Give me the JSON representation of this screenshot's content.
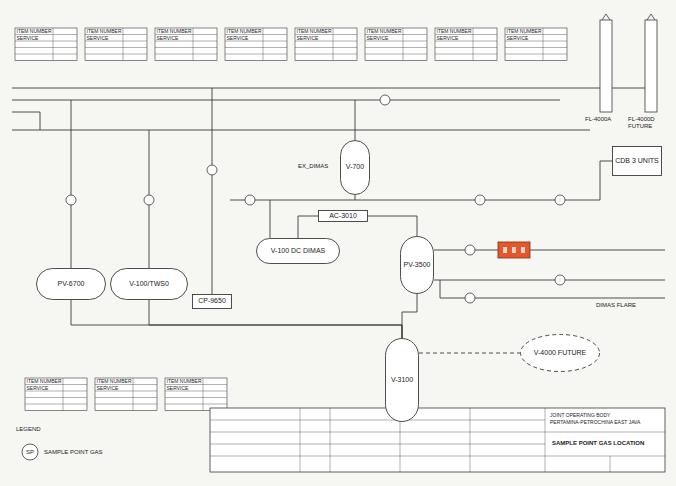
{
  "diagram": {
    "nodes": [
      {
        "text": [
          "V-700"
        ]
      },
      {
        "text": [
          "CDB 3 UNITS"
        ]
      },
      {
        "text": [
          "AC-3010"
        ]
      },
      {
        "text": [
          "V-100 DC DIMAS"
        ]
      },
      {
        "text": [
          "PV-3500"
        ]
      },
      {
        "text": [
          "PV-6700"
        ]
      },
      {
        "text": [
          "V-100/TWS0"
        ]
      },
      {
        "text": [
          "CP-9650"
        ]
      },
      {
        "text": [
          "V-3100"
        ]
      },
      {
        "text": [
          "V-4000 FUTURE"
        ]
      }
    ],
    "edges": [
      {
        "from": 5,
        "to": 8,
        "arrow": "none"
      },
      {
        "from": 6,
        "to": 8,
        "arrow": "none"
      },
      {
        "from": 3,
        "to": 2,
        "arrow": "none"
      },
      {
        "from": 2,
        "to": 4,
        "arrow": "none"
      },
      {
        "from": 4,
        "to": 8,
        "arrow": "none"
      }
    ],
    "labels": [
      "ITEM NUMBER",
      "SERVICE",
      "ITEM NUMBER",
      "SERVICE",
      "ITEM NUMBER",
      "SERVICE",
      "ITEM NUMBER",
      "SERVICE",
      "ITEM NUMBER",
      "SERVICE",
      "ITEM NUMBER",
      "SERVICE",
      "ITEM NUMBER",
      "SERVICE",
      "ITEM NUMBER",
      "SERVICE",
      "FL-4000A",
      "FL-4000D FUTURE",
      "EX_DIMAS",
      "DIMAS FLARE",
      "ITEM NUMBER",
      "SERVICE",
      "ITEM NUMBER",
      "SERVICE",
      "ITEM NUMBER",
      "SERVICE",
      "LEGEND",
      "SP",
      "JOINT OPERATING BODY",
      "PERTAMINA-PETROCHINA EAST JAVA",
      "SAMPLE POINT GAS LOCATION"
    ],
    "legend": [
      {
        "text": "SAMPLE POINT GAS"
      }
    ]
  }
}
